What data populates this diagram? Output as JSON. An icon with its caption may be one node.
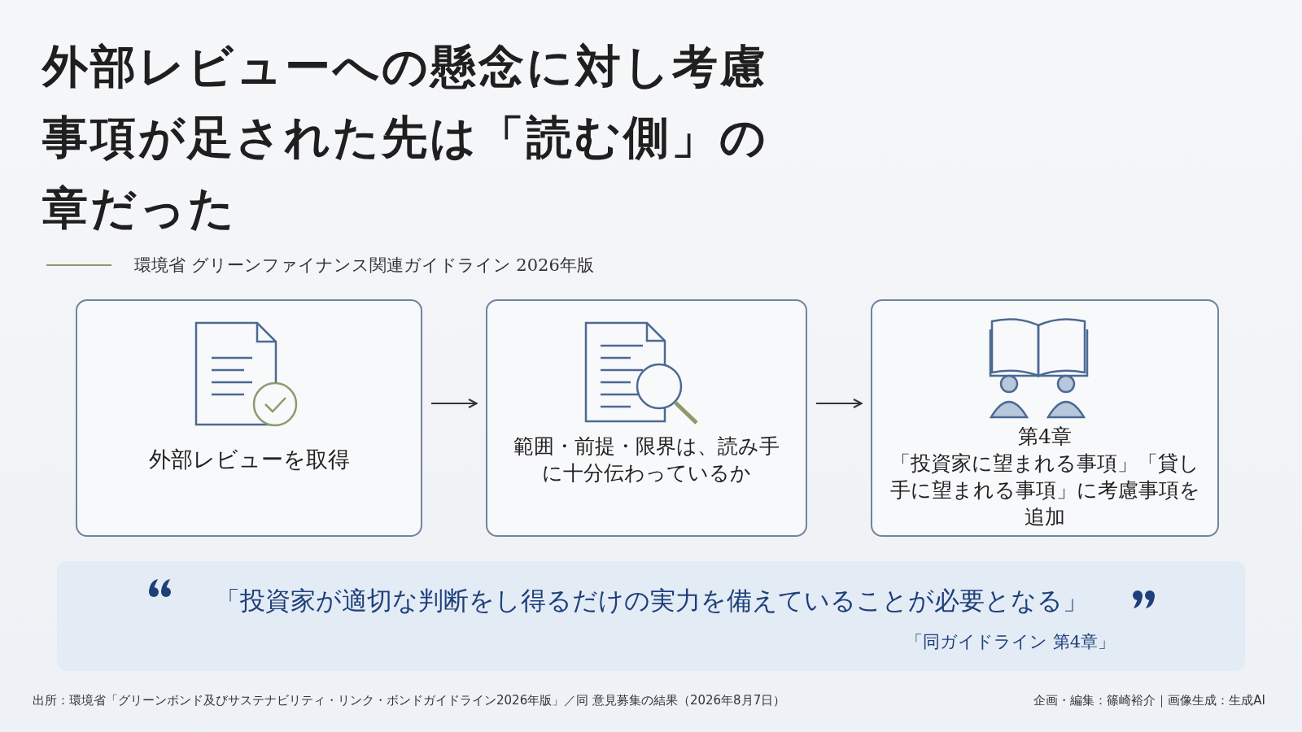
{
  "diagram": {
    "title": "外部レビューへの懸念に対し考慮事項が足された先は「読む側」の章だった",
    "nodes": [
      {
        "text": [
          "外部レビューを取得"
        ]
      },
      {
        "text": [
          "範囲・前提・限界は、読み手に十分伝わっているか"
        ]
      },
      {
        "text": [
          "第4章",
          "「投資家に望まれる事項」「貸し手に望まれる事項」に考慮事項を追加"
        ]
      },
      {
        "text": [
          "「投資家が適切な判断をし得るだけの実力を備えていることが必要となる」",
          "「同ガイドライン 第4章」"
        ]
      }
    ],
    "edges": [
      {
        "from": 0,
        "to": 1,
        "arrow": "to"
      },
      {
        "from": 1,
        "to": 2,
        "arrow": "to"
      }
    ],
    "labels": [
      "環境省 グリーンファイナンス関連ガイドライン 2026年版",
      "出所：環境省「グリーンボンド及びサステナビリティ・リンク・ボンドガイドライン2026年版」／同 意見募集の結果（2026年8月7日）",
      "企画・編集：篠崎裕介｜画像生成：生成AI"
    ]
  }
}
